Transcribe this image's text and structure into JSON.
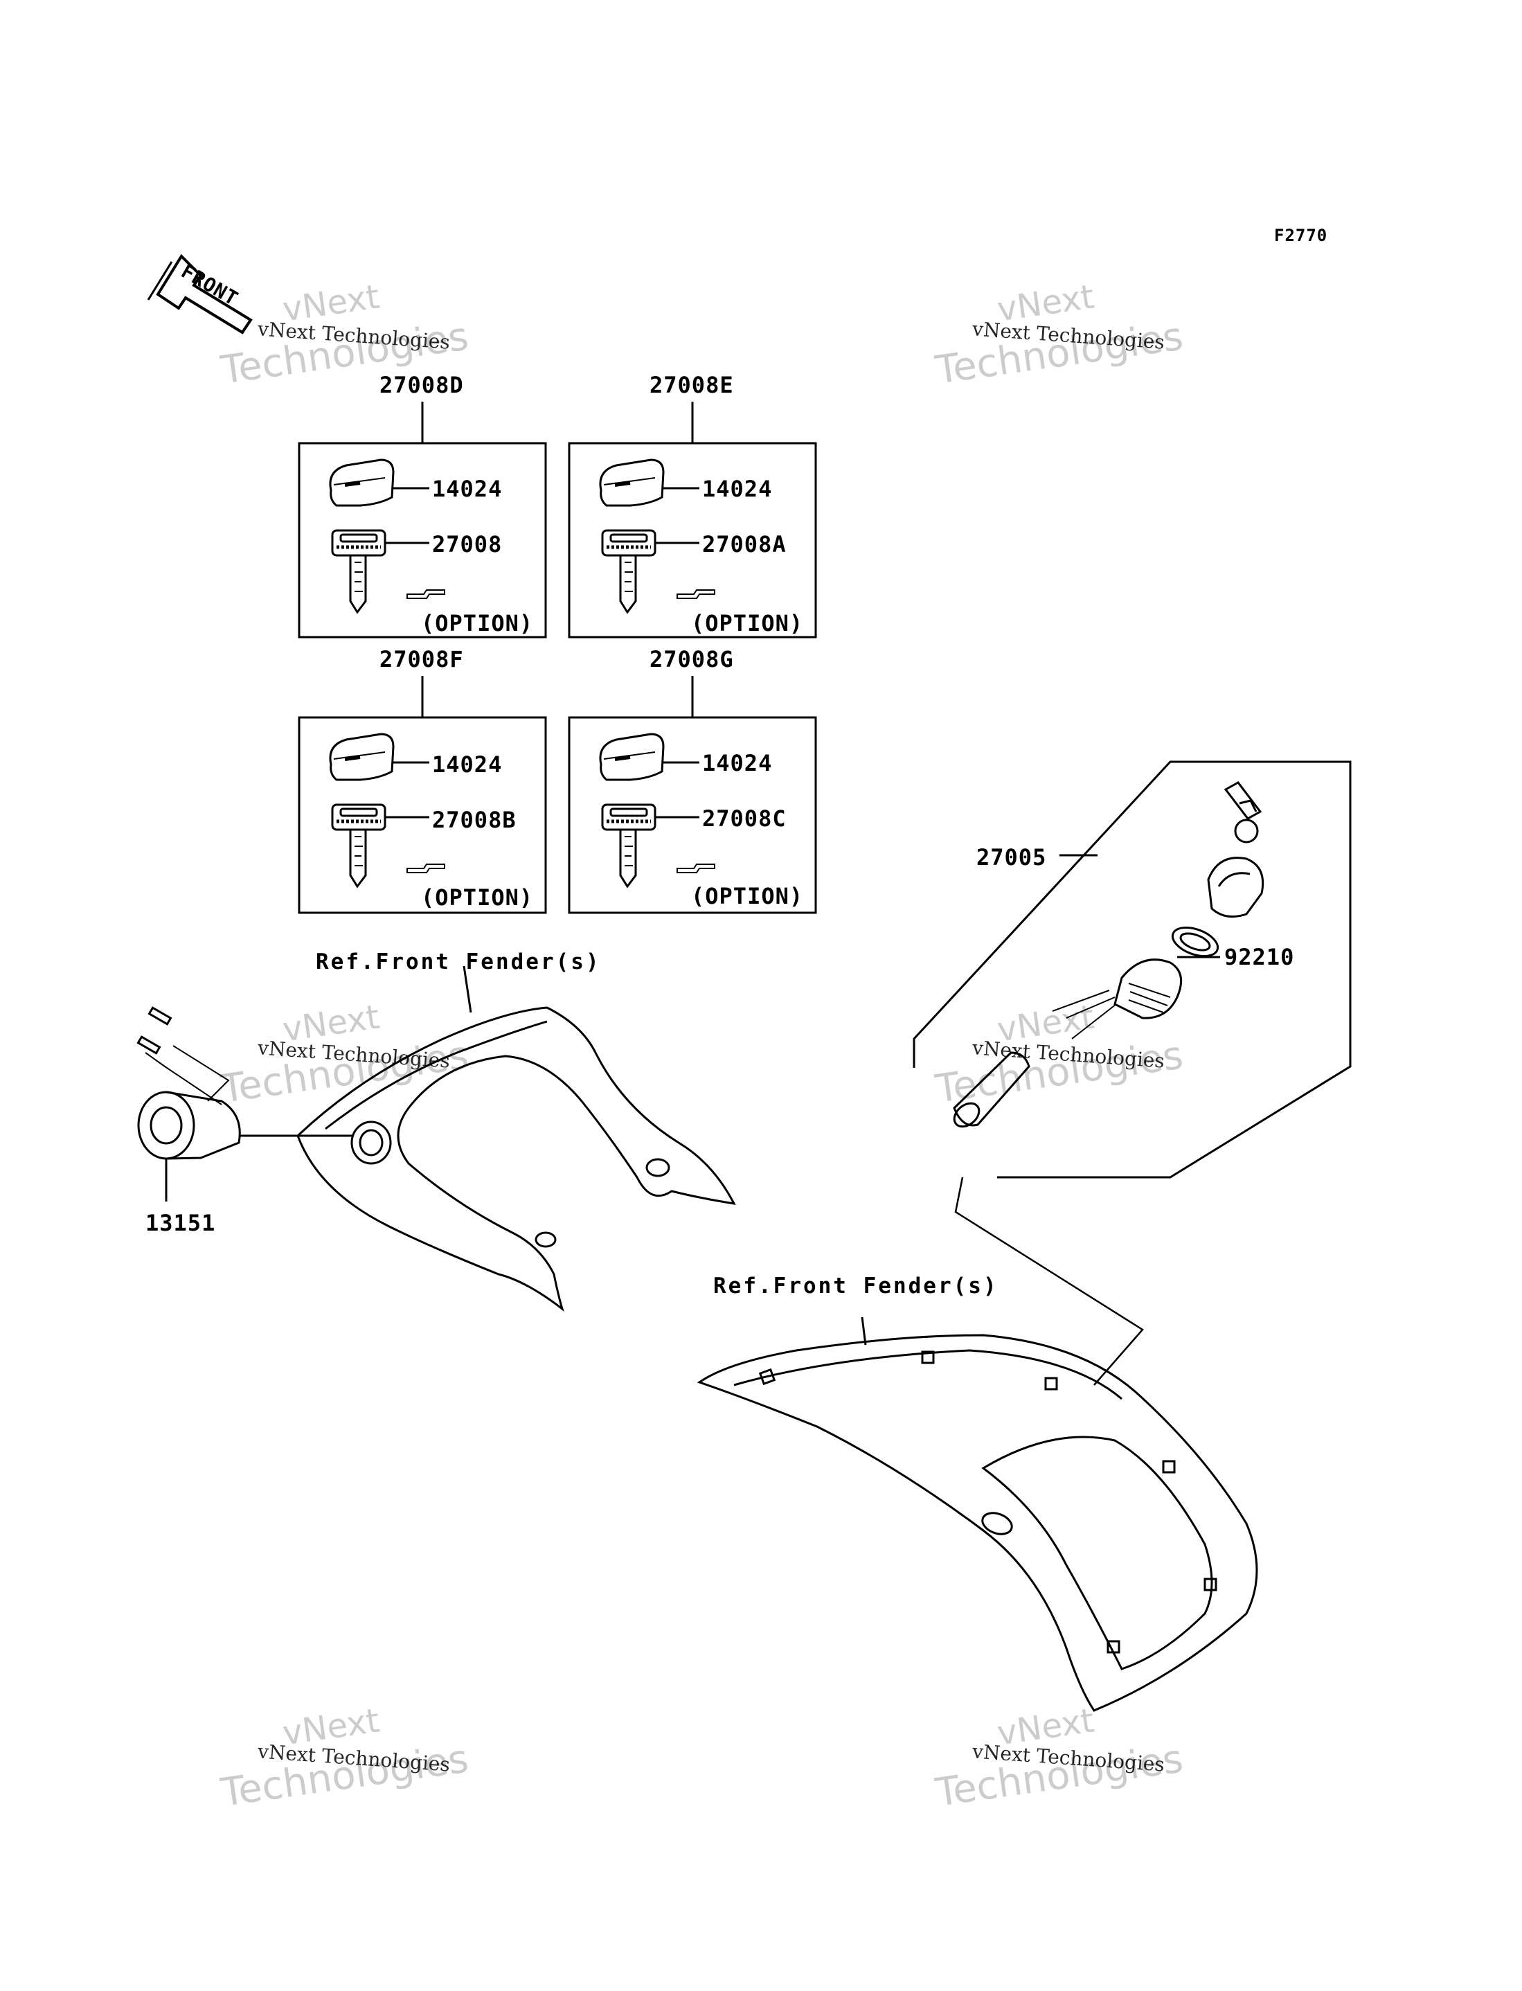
{
  "figure_code": "F2770",
  "front_arrow": {
    "label": "FRONT"
  },
  "kits": [
    {
      "kit": "27008D",
      "cap": "14024",
      "key": "27008",
      "note": "(OPTION)"
    },
    {
      "kit": "27008E",
      "cap": "14024",
      "key": "27008A",
      "note": "(OPTION)"
    },
    {
      "kit": "27008F",
      "cap": "14024",
      "key": "27008B",
      "note": "(OPTION)"
    },
    {
      "kit": "27008G",
      "cap": "14024",
      "key": "27008C",
      "note": "(OPTION)"
    }
  ],
  "parts": {
    "switch_assy": "27005",
    "nut": "92210",
    "knob": "13151"
  },
  "references": {
    "upper": "Ref.Front Fender(s)",
    "lower": "Ref.Front Fender(s)"
  },
  "watermark": {
    "line1": "vNext",
    "line2": "vNext Technologies",
    "line3": "Technologies"
  }
}
